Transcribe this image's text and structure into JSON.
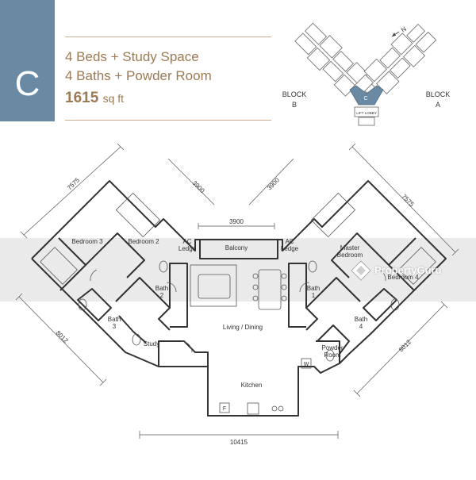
{
  "unit": {
    "type_letter": "C",
    "line1": "4 Beds + Study Space",
    "line2": "4 Baths + Powder Room",
    "area_value": "1615",
    "area_unit": "sq ft"
  },
  "keyplan": {
    "block_b_line1": "BLOCK",
    "block_b_line2": "B",
    "block_a_line1": "BLOCK",
    "block_a_line2": "A",
    "unit_mark": "C",
    "lift_lobby": "LIFT LOBBY",
    "north": "N"
  },
  "dimensions": {
    "top_left_diag": "7575",
    "top_wing_left": "3900",
    "top_wing_right": "3900",
    "top_center": "3900",
    "top_right_diag": "7575",
    "left_lower": "8012",
    "right_lower": "8012",
    "bottom": "10415"
  },
  "rooms": {
    "bedroom3": "Bedroom 3",
    "bedroom2": "Bedroom 2",
    "ac_ledge_left_1": "AC",
    "ac_ledge_left_2": "Ledge",
    "balcony": "Balcony",
    "ac_ledge_right_1": "AC",
    "ac_ledge_right_2": "Ledge",
    "master_1": "Master",
    "master_2": "Bedroom",
    "bedroom4": "Bedroom 4",
    "bath2_1": "Bath",
    "bath2_2": "2",
    "bath3_1": "Bath",
    "bath3_2": "3",
    "bath1_1": "Bath",
    "bath1_2": "1",
    "bath4_1": "Bath",
    "bath4_2": "4",
    "living": "Living / Dining",
    "study": "Study",
    "powder_1": "Powder",
    "powder_2": "Room",
    "kitchen": "Kitchen",
    "fridge": "F",
    "washer": "W"
  },
  "watermark": "PropertyGuru"
}
